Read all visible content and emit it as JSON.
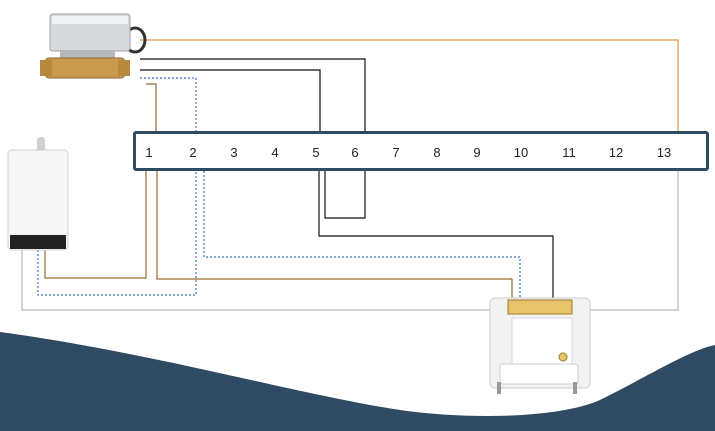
{
  "terminal_strip": {
    "terminals": [
      "1",
      "2",
      "3",
      "4",
      "5",
      "6",
      "7",
      "8",
      "9",
      "10",
      "11",
      "12",
      "13"
    ]
  },
  "colors": {
    "wire_orange": "#e0963a",
    "wire_brown": "#9a6b2e",
    "wire_black": "#111111",
    "wire_blue_dotted": "#3b6fc4",
    "wire_grey": "#b8b8b8",
    "strip_border": "#2f4a63",
    "footer_wave": "#2f4a63"
  },
  "components": {
    "zone_valve": "zone-valve-icon",
    "boiler": "boiler-icon",
    "wiring_centre": "wiring-centre-icon"
  }
}
